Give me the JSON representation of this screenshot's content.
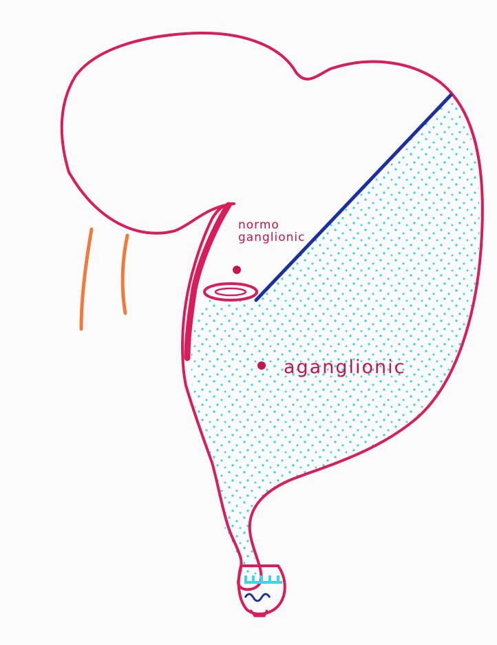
{
  "labels": {
    "normo_line1": "normo",
    "normo_line2": "ganglionic",
    "aganglionic": "aganglionic"
  },
  "colors": {
    "outline": "#d81d5a",
    "cut_line": "#1c2fa0",
    "stipple": "#3fd4e6",
    "vessels": "#f07a3c",
    "label": "#c4164a",
    "dentate_wave": "#1c2fa0"
  },
  "icons": [
    "dot-marker",
    "pull-through-ring"
  ]
}
